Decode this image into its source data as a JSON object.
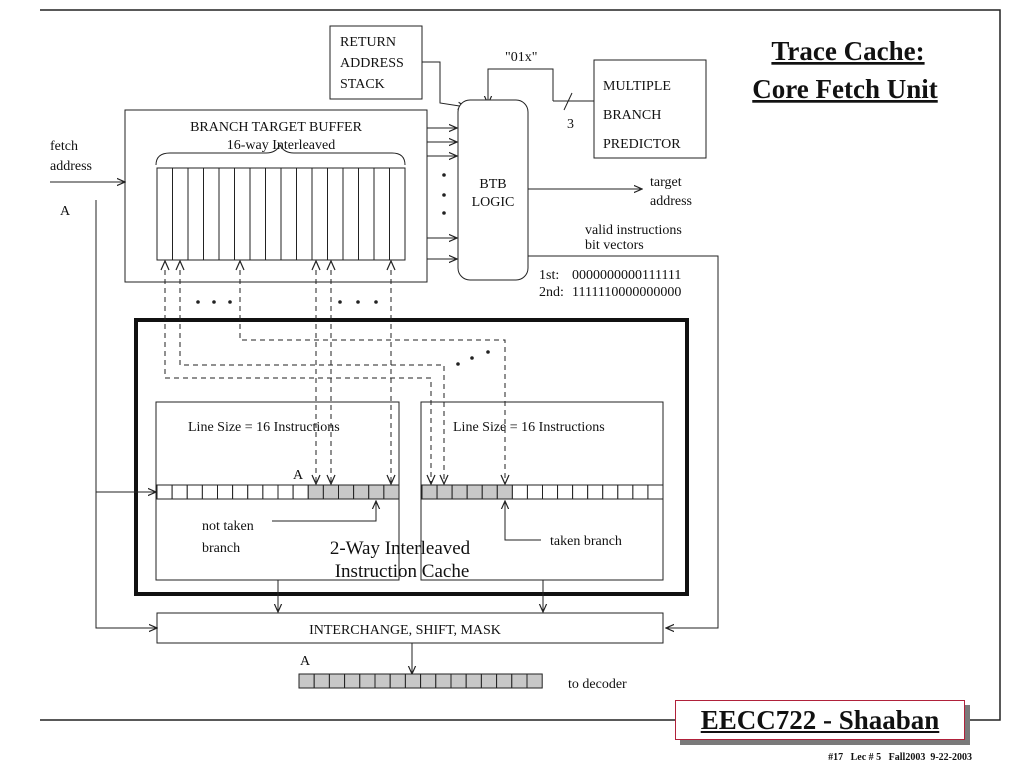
{
  "slide": {
    "title_lines": [
      "Trace Cache:",
      "Core Fetch Unit"
    ],
    "course_badge": "EECC722 - Shaaban",
    "footer": "#17   Lec # 5   Fall2003  9-22-2003"
  },
  "diagram": {
    "return_address_stack": [
      "RETURN",
      "ADDRESS",
      "STACK"
    ],
    "predictor_input_label": "\"01x\"",
    "bus_width_label": "3",
    "multiple_branch_predictor": [
      "MULTIPLE",
      "BRANCH",
      "PREDICTOR"
    ],
    "btb_title": "BRANCH TARGET BUFFER",
    "btb_subtitle": "16-way Interleaved",
    "fetch_address_label": [
      "fetch",
      "address"
    ],
    "fetch_address_var": "A",
    "btb_logic": [
      "BTB",
      "LOGIC"
    ],
    "target_address_label": [
      "target",
      "address"
    ],
    "valid_bits_label": [
      "valid instructions",
      "bit vectors"
    ],
    "bit_vectors": [
      {
        "name": "1st:",
        "bits": "0000000000111111"
      },
      {
        "name": "2nd:",
        "bits": "1111110000000000"
      }
    ],
    "line_size_label": "Line Size = 16 Instructions",
    "line_start_var": "A",
    "not_taken_label": [
      "not taken",
      "branch"
    ],
    "taken_label": "taken branch",
    "cache_label": [
      "2-Way Interleaved",
      "Instruction Cache"
    ],
    "interchange_label": "INTERCHANGE, SHIFT, MASK",
    "output_var": "A",
    "to_decoder_label": "to decoder",
    "colors": {
      "line": "#222222",
      "shaded_cell": "#c8c8c8",
      "badge_border": "#b0213a"
    }
  }
}
